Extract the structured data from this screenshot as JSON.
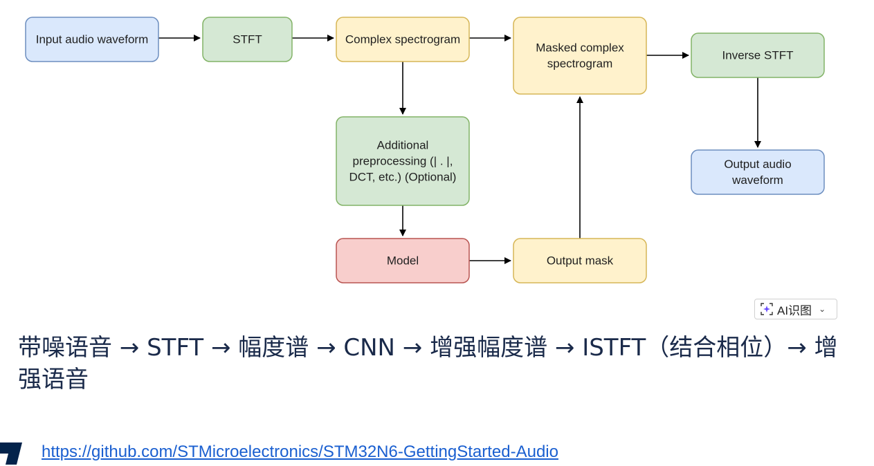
{
  "diagram": {
    "nodes": [
      {
        "id": "input",
        "lines": [
          "Input audio waveform"
        ],
        "color": "blue"
      },
      {
        "id": "stft",
        "lines": [
          "STFT"
        ],
        "color": "green"
      },
      {
        "id": "complex",
        "lines": [
          "Complex spectrogram"
        ],
        "color": "yellow"
      },
      {
        "id": "masked",
        "lines": [
          "Masked complex",
          "spectrogram"
        ],
        "color": "yellow"
      },
      {
        "id": "istft",
        "lines": [
          "Inverse STFT"
        ],
        "color": "green"
      },
      {
        "id": "preproc",
        "lines": [
          "Additional",
          "preprocessing (| . |,",
          "DCT, etc.) (Optional)"
        ],
        "color": "green"
      },
      {
        "id": "output_audio",
        "lines": [
          "Output audio",
          "waveform"
        ],
        "color": "blue"
      },
      {
        "id": "model",
        "lines": [
          "Model"
        ],
        "color": "red"
      },
      {
        "id": "mask",
        "lines": [
          "Output mask"
        ],
        "color": "yellow"
      }
    ],
    "edges": [
      {
        "from": "input",
        "to": "stft"
      },
      {
        "from": "stft",
        "to": "complex"
      },
      {
        "from": "complex",
        "to": "masked"
      },
      {
        "from": "masked",
        "to": "istft"
      },
      {
        "from": "complex",
        "to": "preproc"
      },
      {
        "from": "istft",
        "to": "output_audio"
      },
      {
        "from": "preproc",
        "to": "model"
      },
      {
        "from": "model",
        "to": "mask"
      },
      {
        "from": "mask",
        "to": "masked"
      }
    ],
    "palette": {
      "blue": {
        "fill": "#dae8fc",
        "stroke": "#6c8ebf"
      },
      "green": {
        "fill": "#d5e8d4",
        "stroke": "#82b366"
      },
      "yellow": {
        "fill": "#fff2cc",
        "stroke": "#d6b656"
      },
      "red": {
        "fill": "#f8cecc",
        "stroke": "#b85450"
      }
    }
  },
  "ai_chip": {
    "label": "AI识图",
    "icon": "sparkle-scan-icon",
    "chevron": "chevron-down-icon"
  },
  "caption": {
    "text": "带噪语音 → STFT → 幅度谱 → CNN → 增强幅度谱 → ISTFT（结合相位）→ 增强语音"
  },
  "footer": {
    "link": "https://github.com/STMicroelectronics/STM32N6-GettingStarted-Audio",
    "logo_icon": "st-logo-icon"
  }
}
